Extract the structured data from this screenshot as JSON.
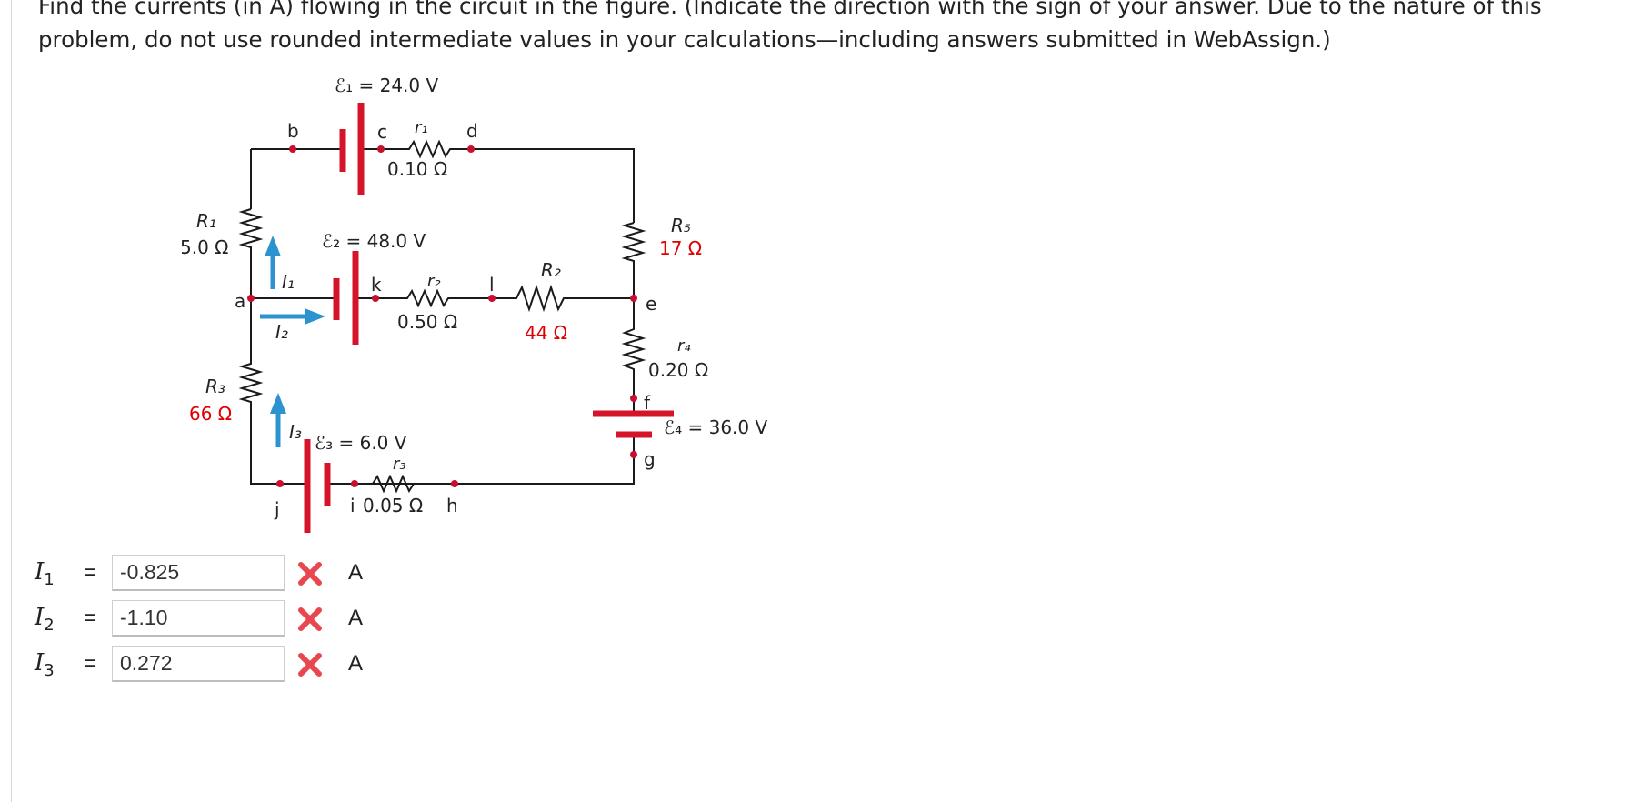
{
  "question": {
    "text": "Find the currents (in A) flowing in the circuit in the figure. (Indicate the direction with the sign of your answer. Due to the nature of this problem, do not use rounded intermediate values in your calculations—including answers submitted in WebAssign.)"
  },
  "figure": {
    "emf1": "ℰ₁ = 24.0 V",
    "emf2": "ℰ₂ = 48.0 V",
    "emf3": "ℰ₃ = 6.0 V",
    "emf4": "ℰ₄ = 36.0 V",
    "nodes": {
      "a": "a",
      "b": "b",
      "c": "c",
      "d": "d",
      "e": "e",
      "f": "f",
      "g": "g",
      "h": "h",
      "i": "i",
      "j": "j",
      "k": "k",
      "l": "l"
    },
    "r1_label": "r₁",
    "r1_value": "0.10 Ω",
    "r2_label": "r₂",
    "r2_value": "0.50 Ω",
    "r3_label": "r₃",
    "r3_value": "0.05 Ω",
    "r4_label": "r₄",
    "r4_value": "0.20 Ω",
    "R1_label": "R₁",
    "R1_value": "5.0 Ω",
    "R2_label": "R₂",
    "R2_value": "44 Ω",
    "R3_label": "R₃",
    "R3_value": "66 Ω",
    "R5_label": "R₅",
    "R5_value": "17 Ω",
    "I1_label": "I₁",
    "I2_label": "I₂",
    "I3_label": "I₃",
    "colors": {
      "wire": "#1a1a1a",
      "battery": "#d5142a",
      "node": "#c8102e",
      "arrow": "#2b93cf",
      "highlight": "#e00000"
    }
  },
  "answers": [
    {
      "symbol": "I",
      "subscript": "1",
      "equals": "=",
      "value": "-0.825",
      "status": "incorrect",
      "icon": "red-x-icon",
      "unit": "A"
    },
    {
      "symbol": "I",
      "subscript": "2",
      "equals": "=",
      "value": "-1.10",
      "status": "incorrect",
      "icon": "red-x-icon",
      "unit": "A"
    },
    {
      "symbol": "I",
      "subscript": "3",
      "equals": "=",
      "value": "0.272",
      "status": "incorrect",
      "icon": "red-x-icon",
      "unit": "A"
    }
  ]
}
